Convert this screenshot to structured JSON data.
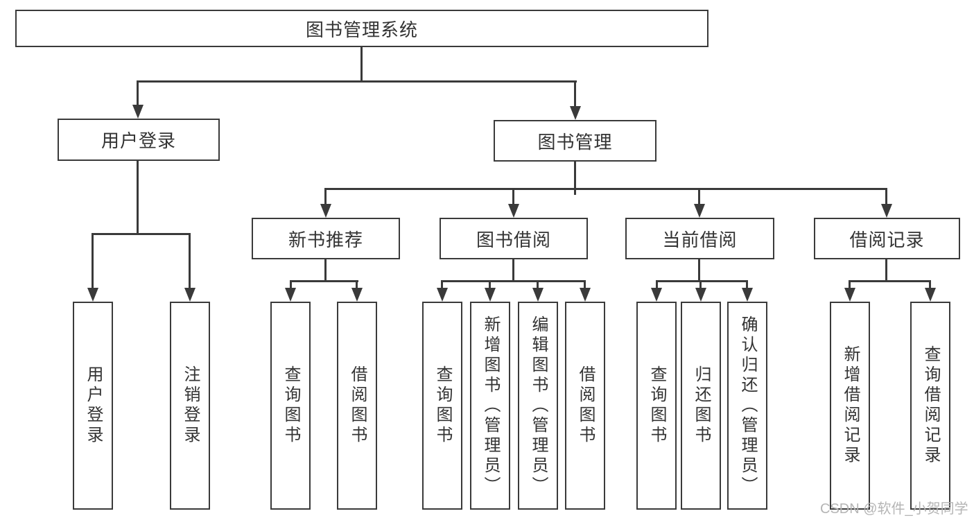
{
  "tree": {
    "root": {
      "label": "图书管理系统",
      "children": [
        {
          "label": "用户登录",
          "children": [
            {
              "label": "用户登录"
            },
            {
              "label": "注销登录"
            }
          ]
        },
        {
          "label": "图书管理",
          "children": [
            {
              "label": "新书推荐",
              "children": [
                {
                  "label": "查询图书"
                },
                {
                  "label": "借阅图书"
                }
              ]
            },
            {
              "label": "图书借阅",
              "children": [
                {
                  "label": "查询图书"
                },
                {
                  "label": "新增图书（管理员）"
                },
                {
                  "label": "编辑图书（管理员）"
                },
                {
                  "label": "借阅图书"
                }
              ]
            },
            {
              "label": "当前借阅",
              "children": [
                {
                  "label": "查询图书"
                },
                {
                  "label": "归还图书"
                },
                {
                  "label": "确认归还（管理员）"
                }
              ]
            },
            {
              "label": "借阅记录",
              "children": [
                {
                  "label": "新增借阅记录"
                },
                {
                  "label": "查询借阅记录"
                }
              ]
            }
          ]
        }
      ]
    }
  },
  "watermark": {
    "text": "CSDN @软件_小贺同学"
  },
  "colors": {
    "line": "#3a3a3a",
    "text": "#333333",
    "box_background": "#ffffff",
    "watermark": "#b5b5b5"
  }
}
